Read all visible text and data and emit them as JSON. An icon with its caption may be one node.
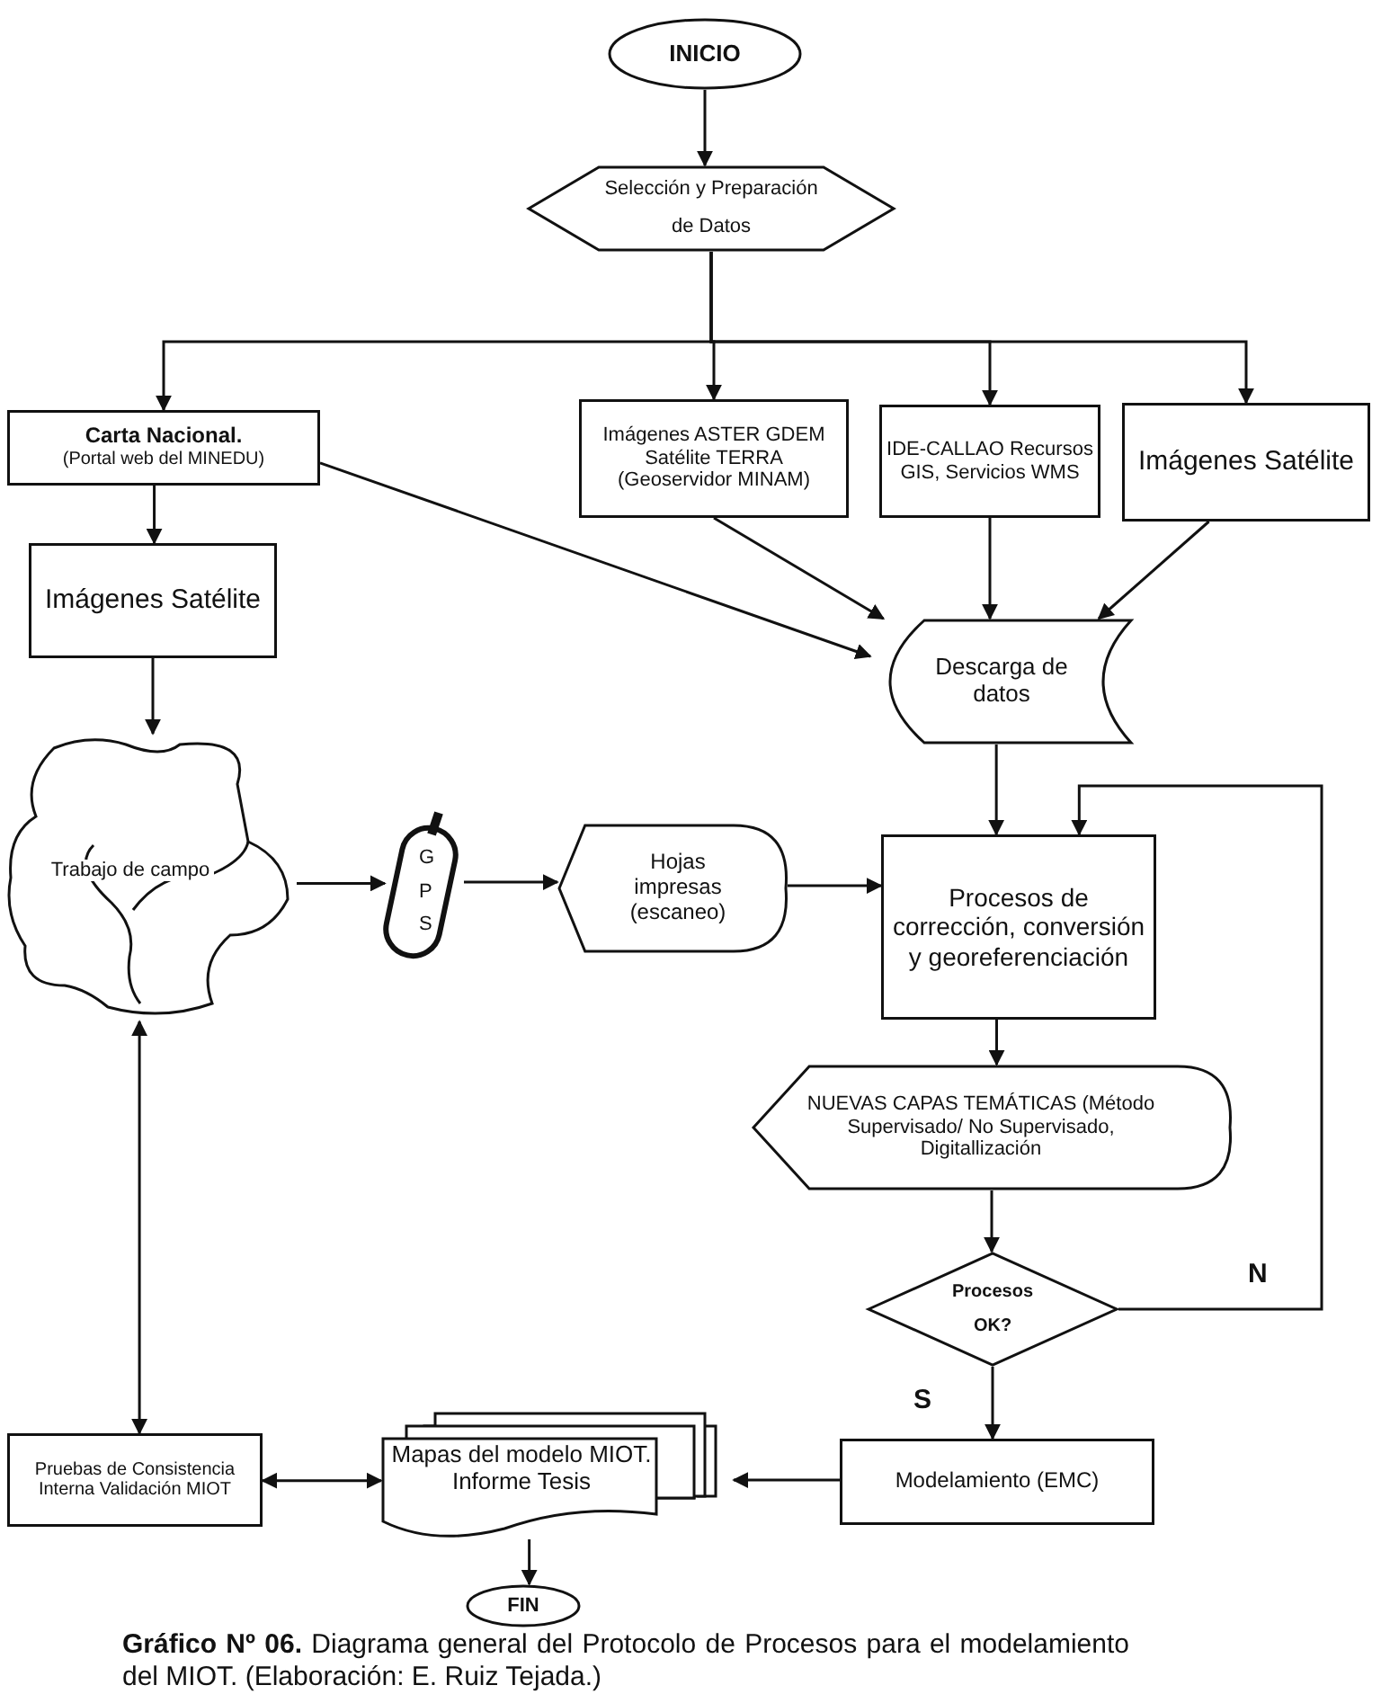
{
  "diagram": {
    "caption": "**Gráfico Nº 06.** Diagrama general del Protocolo de Procesos para el modelamiento del MIOT. (Elaboración: E. Ruiz Tejada.)",
    "nodes": [
      {
        "text": [
          "INICIO"
        ]
      },
      {
        "text": [
          "Selección y Preparación de Datos"
        ]
      },
      {
        "text": [
          "Carta Nacional.",
          "(Portal web del MINEDU)"
        ]
      },
      {
        "text": [
          "Imágenes Satélite"
        ]
      },
      {
        "text": [
          "Imágenes ASTER GDEM Satélite TERRA (Geoservidor MINAM)"
        ]
      },
      {
        "text": [
          "IDE-CALLAO Recursos GIS, Servicios WMS"
        ]
      },
      {
        "text": [
          "Imágenes Satélite"
        ]
      },
      {
        "text": [
          "Descarga de datos"
        ]
      },
      {
        "text": [
          "Trabajo de campo"
        ]
      },
      {
        "text": [
          "GPS"
        ]
      },
      {
        "text": [
          "Hojas impresas (escaneo)"
        ]
      },
      {
        "text": [
          "Procesos de corrección, conversión y georeferenciación"
        ]
      },
      {
        "text": [
          "NUEVAS CAPAS TEMÁTICAS (Método Supervisado/ No Supervisado, Digitallización"
        ]
      },
      {
        "text": [
          "Procesos OK?"
        ]
      },
      {
        "text": [
          "Modelamiento (EMC)"
        ]
      },
      {
        "text": [
          "Mapas del modelo MIOT. Informe Tesis"
        ]
      },
      {
        "text": [
          "Pruebas de Consistencia Interna Validación MIOT"
        ]
      },
      {
        "text": [
          "FIN"
        ]
      }
    ],
    "edges": [
      {
        "from": 0,
        "to": 1,
        "arrow": "to"
      },
      {
        "from": 1,
        "to": 2,
        "arrow": "to"
      },
      {
        "from": 1,
        "to": 4,
        "arrow": "to"
      },
      {
        "from": 1,
        "to": 5,
        "arrow": "to"
      },
      {
        "from": 1,
        "to": 6,
        "arrow": "to"
      },
      {
        "from": 2,
        "to": 3,
        "arrow": "to"
      },
      {
        "from": 2,
        "to": 7,
        "arrow": "to"
      },
      {
        "from": 4,
        "to": 7,
        "arrow": "to"
      },
      {
        "from": 5,
        "to": 7,
        "arrow": "to"
      },
      {
        "from": 6,
        "to": 7,
        "arrow": "to"
      },
      {
        "from": 3,
        "to": 8,
        "arrow": "to"
      },
      {
        "from": 8,
        "to": 9,
        "arrow": "to"
      },
      {
        "from": 9,
        "to": 10,
        "arrow": "to"
      },
      {
        "from": 10,
        "to": 11,
        "arrow": "to"
      },
      {
        "from": 7,
        "to": 11,
        "arrow": "to"
      },
      {
        "from": 11,
        "to": 12,
        "arrow": "to"
      },
      {
        "from": 12,
        "to": 13,
        "arrow": "to"
      },
      {
        "from": 13,
        "to": 11,
        "arrow": "to",
        "label": "N"
      },
      {
        "from": 13,
        "to": 14,
        "arrow": "to",
        "label": "S"
      },
      {
        "from": 14,
        "to": 15,
        "arrow": "to"
      },
      {
        "from": 15,
        "to": 16,
        "arrow": "both"
      },
      {
        "from": 15,
        "to": 17,
        "arrow": "to"
      },
      {
        "from": 8,
        "to": 16,
        "arrow": "both"
      }
    ]
  }
}
